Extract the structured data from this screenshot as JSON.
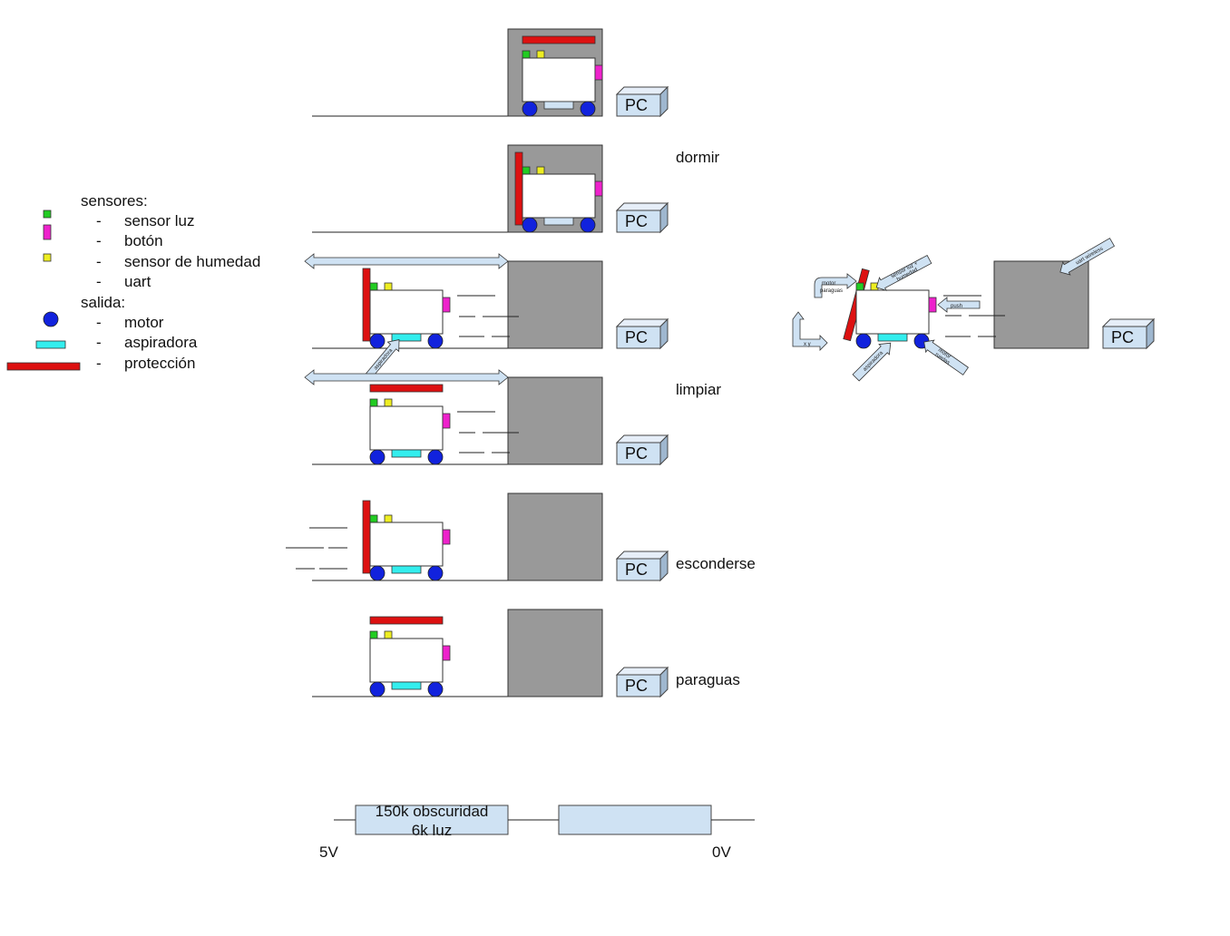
{
  "legend": {
    "sensors_header": "sensores:",
    "sensor_luz": "sensor luz",
    "boton": "botón",
    "sensor_humedad": "sensor de humedad",
    "uart": "uart",
    "output_header": "salida:",
    "motor": "motor",
    "aspiradora": "aspiradora",
    "proteccion": "protección",
    "dash": "-"
  },
  "states": {
    "dormir": "dormir",
    "limpiar": "limpiar",
    "esconderse": "esconderse",
    "paraguas": "paraguas"
  },
  "pc_label": "PC",
  "arrow_labels": {
    "aspiradora_small": "aspiradora",
    "motor_paraguas_line1": "motor",
    "motor_paraguas_line2": "paraguas",
    "sensor_luz_humedad_line1": "sensor luz +",
    "sensor_luz_humedad_line2": "humedad",
    "push": "push",
    "uart_wireless": "uart wireless",
    "motor_ruedas_line1": "motor",
    "motor_ruedas_line2": "ruedas",
    "aspiradora_detail": "aspiradora",
    "xy": "x y"
  },
  "circuit": {
    "resistor1_line1": "150k obscuridad",
    "resistor1_line2": "6k luz",
    "left_voltage": "5V",
    "right_voltage": "0V"
  },
  "colors": {
    "sensor_luz": "#22cc22",
    "boton": "#ee22cc",
    "sensor_humedad": "#eeee22",
    "motor": "#1122dd",
    "aspiradora": "#33eeee",
    "proteccion": "#dd1111",
    "wall": "#999999",
    "pc_box": "#cfe2f3"
  }
}
